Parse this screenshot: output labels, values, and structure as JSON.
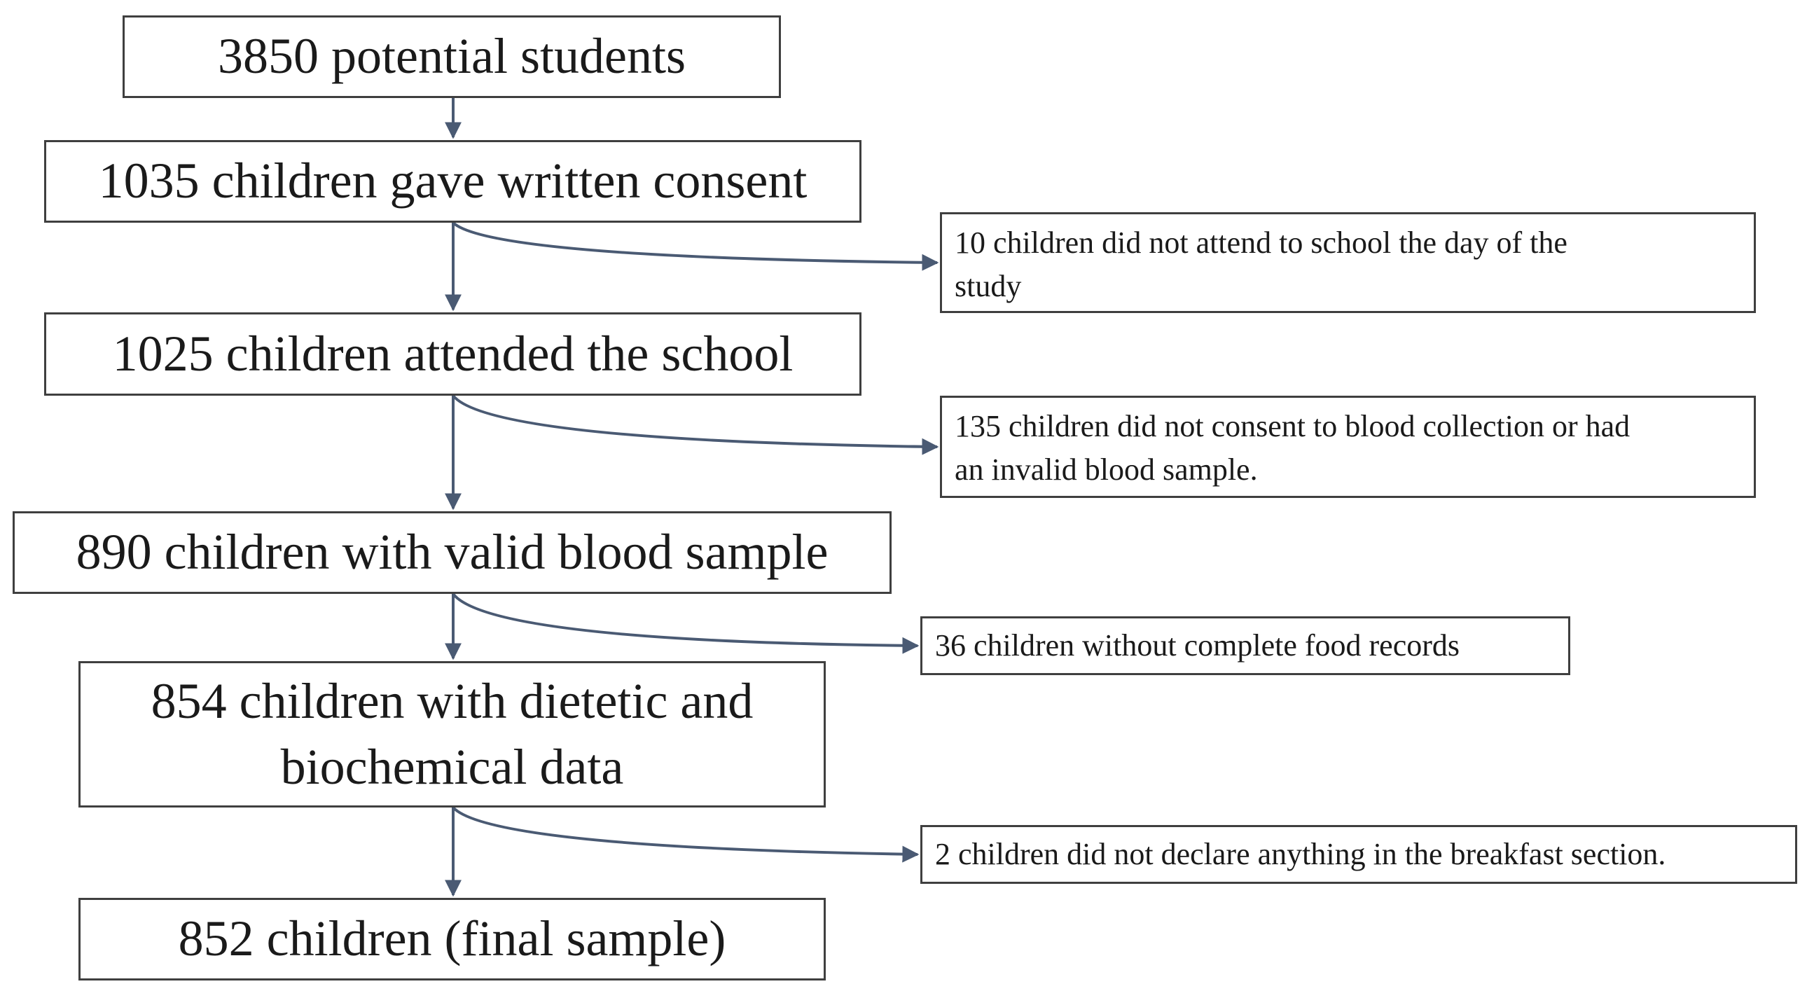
{
  "flow": {
    "steps": [
      "3850 potential students",
      "1035 children gave written consent",
      "1025 children attended the school",
      "890 children with valid blood sample",
      "854  children with dietetic and\nbiochemical data",
      "852  children (final sample)"
    ],
    "exclusions": [
      "10 children did not attend to school the day of the\nstudy",
      "135 children did not consent to blood collection or had\nan invalid blood sample.",
      "36 children without complete food records",
      "2 children did not declare anything in the breakfast section."
    ]
  },
  "colors": {
    "box_border": "#3f3f3f",
    "arrow": "#4a5a73",
    "text": "#1a1a1a"
  }
}
